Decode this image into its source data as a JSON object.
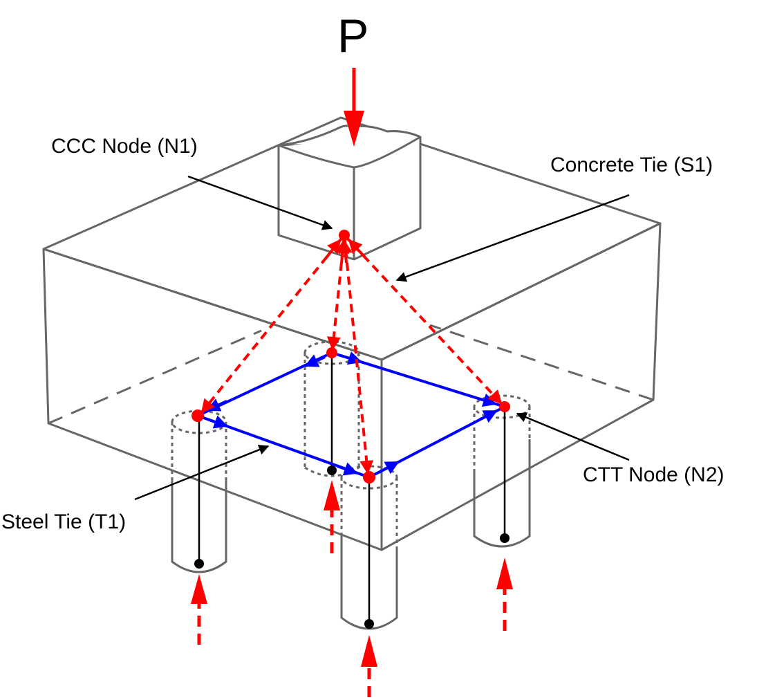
{
  "labels": {
    "load": "P",
    "ccc_node": "CCC Node (N1)",
    "concrete_tie": "Concrete Tie (S1)",
    "ctt_node": "CTT Node (N2)",
    "steel_tie": "Steel Tie (T1)"
  },
  "colors": {
    "outline": "#666666",
    "strut": "#ff0000",
    "tie": "#0000ff",
    "node": "#ff0000",
    "pile_axis": "#000000",
    "leader": "#000000"
  }
}
